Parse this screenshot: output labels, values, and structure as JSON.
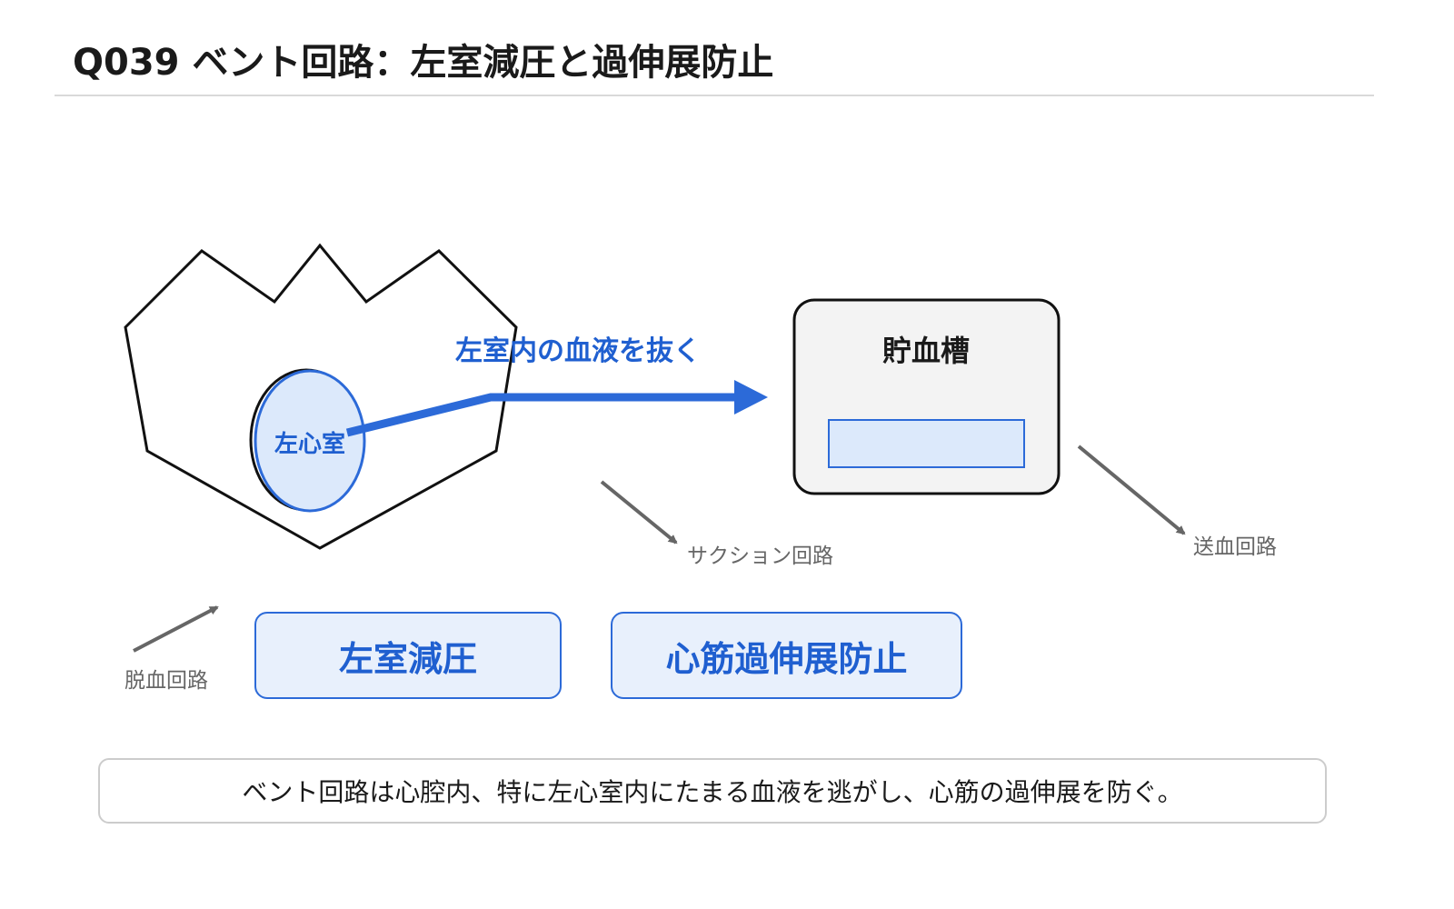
{
  "page": {
    "title": "Q039  ベント回路：左室減圧と過伸展防止"
  },
  "diagram": {
    "heart_label": "左心室",
    "vent_flow_label": "左室内の血液を抜く",
    "reservoir_label": "貯血槽",
    "labels": {
      "suction": "サクション回路",
      "arterial": "送血回路",
      "venous": "脱血回路"
    },
    "colors": {
      "accent": "#2c6ad8",
      "accent_text": "#1f5fd0",
      "ventricle_fill": "#dce9fb",
      "reservoir_fill": "#f3f3f3",
      "arrow_gray": "#666666"
    }
  },
  "key_points": [
    {
      "label": "左室減圧"
    },
    {
      "label": "心筋過伸展防止"
    }
  ],
  "caption": "ベント回路は心腔内、特に左心室内にたまる血液を逃がし、心筋の過伸展を防ぐ。"
}
